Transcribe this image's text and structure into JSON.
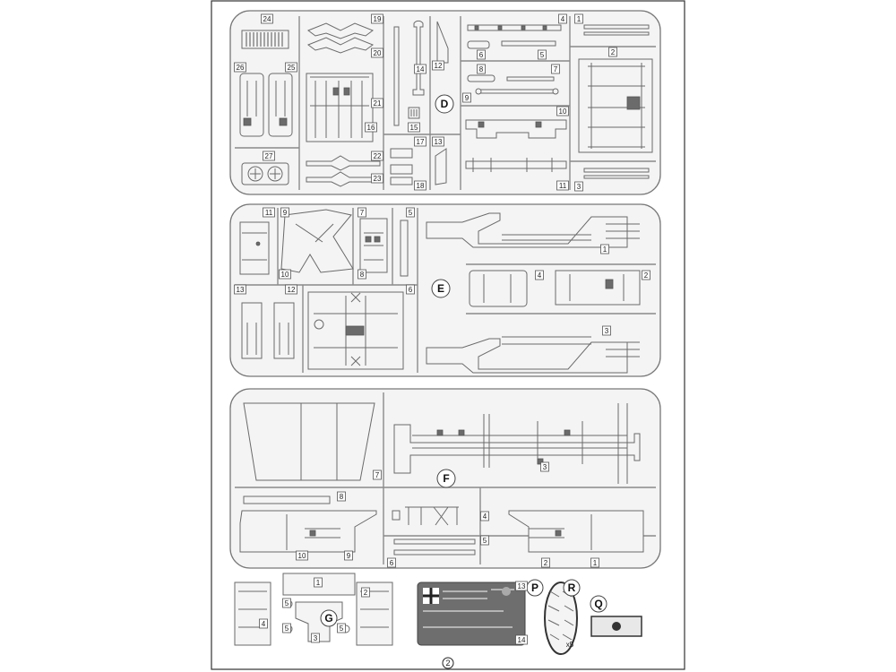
{
  "page": {
    "number": "2"
  },
  "sprues": {
    "D": {
      "letter": "D",
      "numbers": [
        "24",
        "19",
        "20",
        "14",
        "12",
        "4",
        "6",
        "5",
        "1",
        "2",
        "8",
        "7",
        "9",
        "26",
        "25",
        "21",
        "16",
        "15",
        "10",
        "3",
        "27",
        "17",
        "18",
        "13",
        "22",
        "23",
        "11"
      ]
    },
    "E": {
      "letter": "E",
      "numbers": [
        "11",
        "9",
        "10",
        "7",
        "8",
        "5",
        "1",
        "4",
        "2",
        "13",
        "12",
        "6",
        "3"
      ]
    },
    "F": {
      "letter": "F",
      "numbers": [
        "7",
        "3",
        "8",
        "10",
        "9",
        "6",
        "4",
        "5",
        "2",
        "1"
      ]
    },
    "G": {
      "letter": "G",
      "numbers": [
        "1",
        "2",
        "3",
        "4",
        "5",
        "5",
        "5"
      ]
    },
    "P": {
      "letter": "P",
      "numbers": [
        "13",
        "14"
      ]
    },
    "R": {
      "letter": "R",
      "quantity": "x5"
    },
    "Q": {
      "letter": "Q"
    }
  },
  "colors": {
    "frame": "#777777",
    "part_fill": "#f4f4f4",
    "dark": "#6b6b6b",
    "background": "#ffffff"
  }
}
